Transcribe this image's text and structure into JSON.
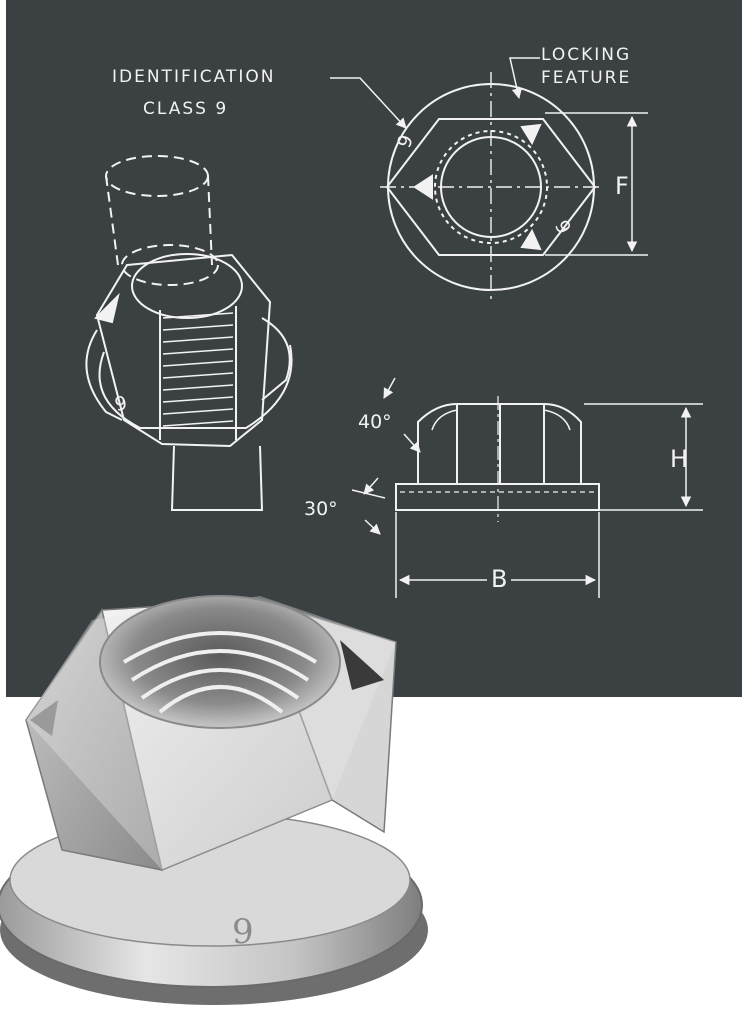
{
  "colors": {
    "board": "#3b4043",
    "line": "#f2f2f2",
    "page": "#ffffff",
    "metal_light": "#eeeeee",
    "metal_dark": "#8c8c8c"
  },
  "callouts": {
    "identification_line1": "IDENTIFICATION",
    "identification_line2": "CLASS  9",
    "locking_line1": "LOCKING",
    "locking_line2": "FEATURE"
  },
  "top_view": {
    "marking_left": "9",
    "marking_right": "9"
  },
  "dimensions": {
    "flats": "F",
    "height": "H",
    "flange_diameter": "B"
  },
  "angles": {
    "chamfer": "40°",
    "bearing": "30°"
  },
  "iso_view": {
    "marking": "9"
  },
  "photo": {
    "marking": "9"
  }
}
